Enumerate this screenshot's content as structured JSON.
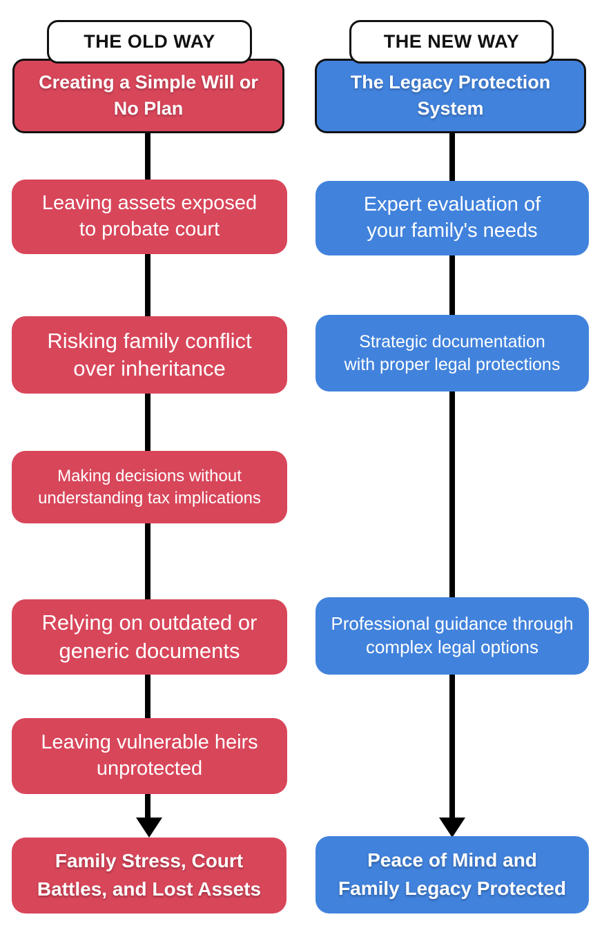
{
  "diagram": {
    "old_column": {
      "label": "THE OLD WAY",
      "title": "Creating a Simple Will or\nNo Plan",
      "steps": [
        "Leaving assets exposed\nto probate court",
        "Risking family conflict\nover inheritance",
        "Making decisions without\nunderstanding tax implications",
        "Relying on outdated or\ngeneric documents",
        "Leaving vulnerable heirs\nunprotected"
      ],
      "result": "Family Stress, Court\nBattles, and Lost Assets",
      "accent_color": "#d8465a"
    },
    "new_column": {
      "label": "THE NEW WAY",
      "title": "The Legacy Protection\nSystem",
      "steps": [
        "Expert evaluation of\nyour family's needs",
        "Strategic documentation\nwith proper legal protections",
        "Professional guidance through\ncomplex legal options"
      ],
      "result": "Peace of Mind and\nFamily Legacy Protected",
      "accent_color": "#4182dc"
    },
    "arrow_color": "#000000",
    "text_color": "#ffffff"
  }
}
